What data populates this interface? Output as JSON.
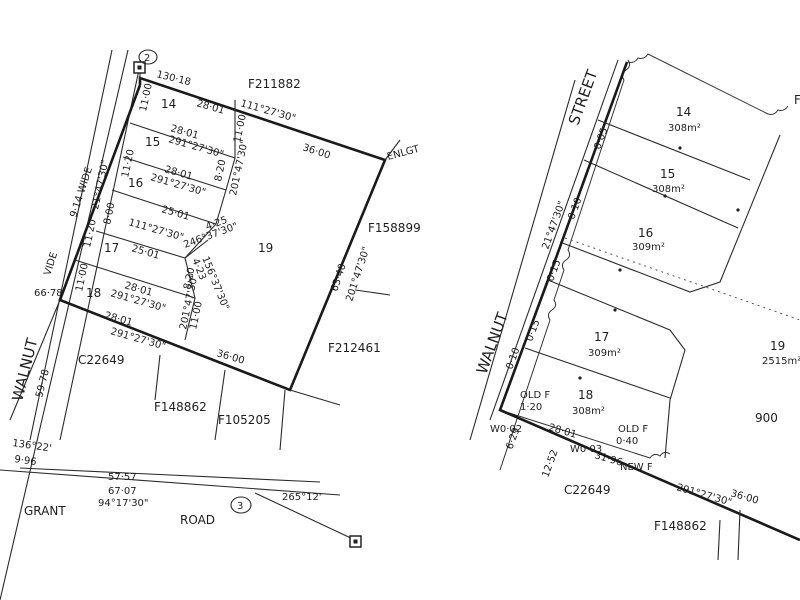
{
  "left_plan": {
    "label_2": "2",
    "label_3": "3",
    "top_frontage": "130·18",
    "f_top": "F211882",
    "f_right": "F158899",
    "f_right_lower": "F212461",
    "enlgt": "ENLGT",
    "wide1": "9·14 WIDE",
    "wide2": "VIDE",
    "lots": [
      "14",
      "15",
      "16",
      "17",
      "18",
      "19"
    ],
    "d_14_w": "28·01",
    "bearing_top": "111°27'30\"",
    "d_top_right": "36·00",
    "d_11_00_a": "11·00",
    "d_11_00_b": "11·00",
    "d_15_w": "28·01",
    "bearing_15": "291°27'30\"",
    "d_11_20_a": "11·20",
    "d_16_w": "28·01",
    "bearing_16": "291°27'30\"",
    "bearing_vert": "201°47'30\"",
    "d_8_20_a": "8·20",
    "bearing_21": "21°47'30\"",
    "d_8_00": "8·00",
    "d_25_01_a": "25·01",
    "bearing_111b": "111°27'30\"",
    "d_4_25": "4·25",
    "bearing_246": "246°37'30\"",
    "bearing_156": "156°37'30\"",
    "d_4_23": "4·23",
    "d_11_20_b": "11·20",
    "d_25_01_b": "25·01",
    "d_8_20_b": "8·20",
    "d_11_00_c": "11·00",
    "d_18_w": "28·01",
    "bearing_18": "291°27'30\"",
    "bearing_201b": "201°47'30\"",
    "d_11_00_d": "11·00",
    "d_66_78": "66·78",
    "d_bottom_w": "28·01",
    "bearing_bottom": "291°27'30\"",
    "d_bottom_r": "36·00",
    "d_63_40": "63·40",
    "bearing_right": "201°47'30\"",
    "c_left": "C22649",
    "f_b1": "F148862",
    "f_b2": "F105205",
    "walnut": "WALNUT",
    "d_59_78": "59·78",
    "bearing_136": "136°22'",
    "d_9_96": "9·96",
    "grant": "GRANT",
    "road": "ROAD",
    "d_57_57": "57·57",
    "d_67_07": "67·07",
    "bearing_94": "94°17'30\"",
    "bearing_265": "265°12'"
  },
  "right_plan": {
    "street": "STREET",
    "walnut": "WALNUT",
    "lots": [
      {
        "num": "14",
        "area": "308m²"
      },
      {
        "num": "15",
        "area": "308m²"
      },
      {
        "num": "16",
        "area": "309m²"
      },
      {
        "num": "17",
        "area": "309m²"
      },
      {
        "num": "18",
        "area": "308m²"
      },
      {
        "num": "19",
        "area": "2515m²"
      }
    ],
    "num_900": "900",
    "bearing_side": "21°47'30\"",
    "d_0_05": "0·05",
    "d_0_10_a": "0·10",
    "d_0_15_a": "0·15",
    "d_0_15_b": "0·15",
    "d_0_10_b": "0·10",
    "old_f_1": "OLD F",
    "d_1_20": "1·20",
    "w0_02": "W0·02",
    "d_28_01": "28·01",
    "old_f_2": "OLD F",
    "d_0_40": "0·40",
    "w0_03": "W0·03",
    "d_31_96": "31·96",
    "new_f": "NEW F",
    "d_6_29": "6·29",
    "d_12_52": "12·52",
    "bearing_bottom": "291°27'30\"",
    "d_36_00": "36·00",
    "c_label": "C22649",
    "f_label": "F148862",
    "partial_p": "F"
  }
}
